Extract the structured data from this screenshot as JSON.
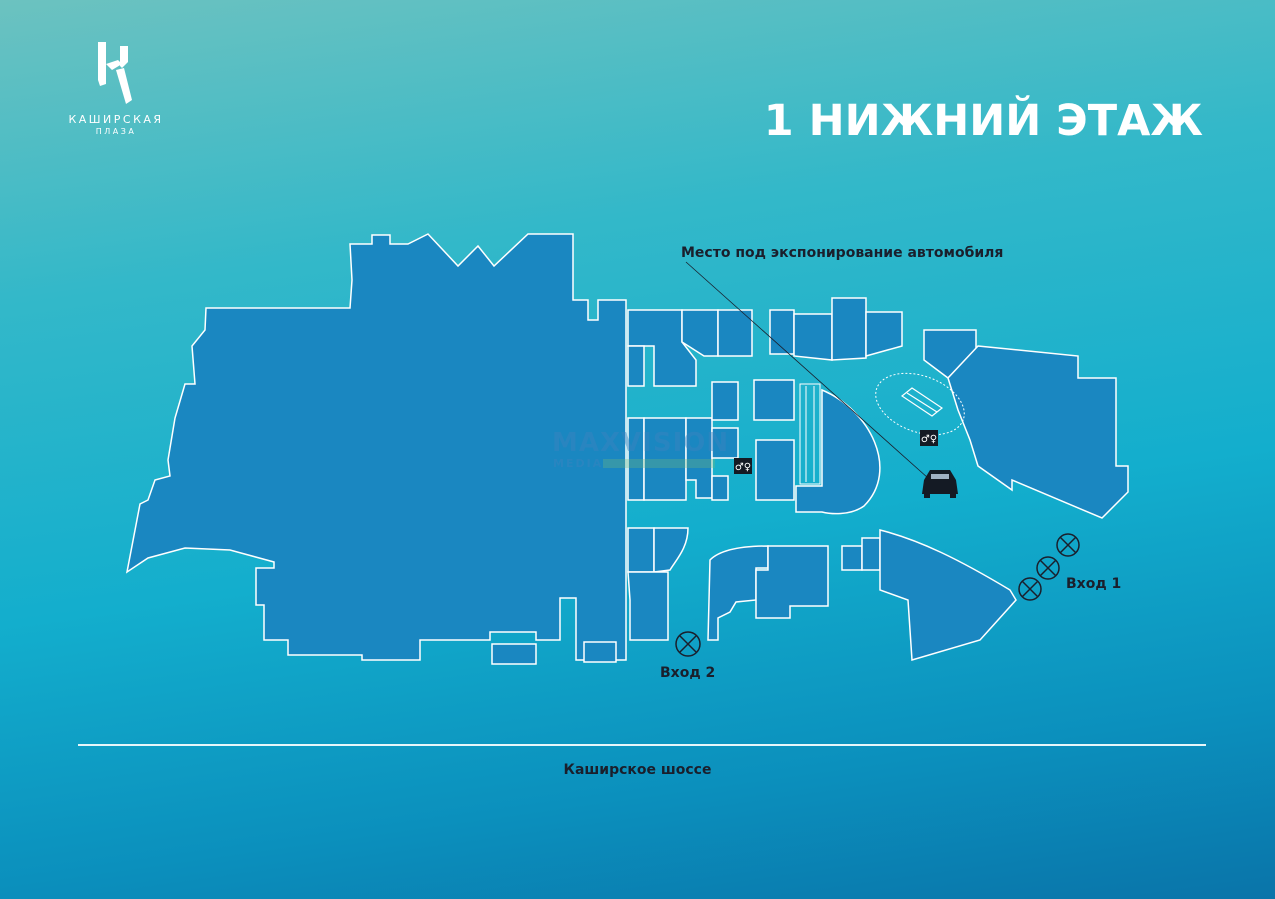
{
  "brand": {
    "name_line1": "КАШИРСКАЯ",
    "name_line2": "ПЛАЗА",
    "logo_icon": "k-monogram"
  },
  "title": "1 НИЖНИЙ ЭТАЖ",
  "labels": {
    "car_display": "Место под экспонирование автомобиля",
    "entrance_1": "Вход 1",
    "entrance_2": "Вход 2",
    "road": "Каширское шоссе"
  },
  "watermark": {
    "line1": "MAXVISION",
    "line2": "MEDIA"
  },
  "icons": [
    "k-monogram-icon",
    "entrance-cross-icon",
    "restroom-icon",
    "car-icon",
    "escalator-icon"
  ],
  "colors": {
    "building_fill": "#1a87c1",
    "building_stroke": "#ffffff",
    "corridor": "#2fbccc",
    "label_text": "#1a1f2c",
    "title_text": "#ffffff"
  }
}
